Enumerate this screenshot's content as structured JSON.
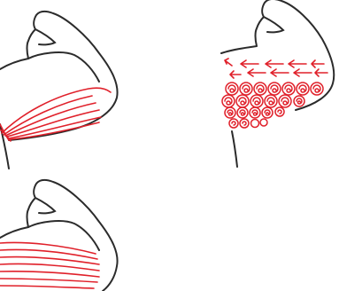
{
  "colors": {
    "background": "#ffffff",
    "outline": "#2b2b2b",
    "muscle": "#e0202a"
  },
  "panels": [
    {
      "id": "arm-top-left",
      "muscle_style": "curved-fiber-lines"
    },
    {
      "id": "arm-top-right",
      "muscle_style": "spiral-circles-with-arrows"
    },
    {
      "id": "arm-bottom-left",
      "muscle_style": "parallel-fiber-lines"
    }
  ]
}
